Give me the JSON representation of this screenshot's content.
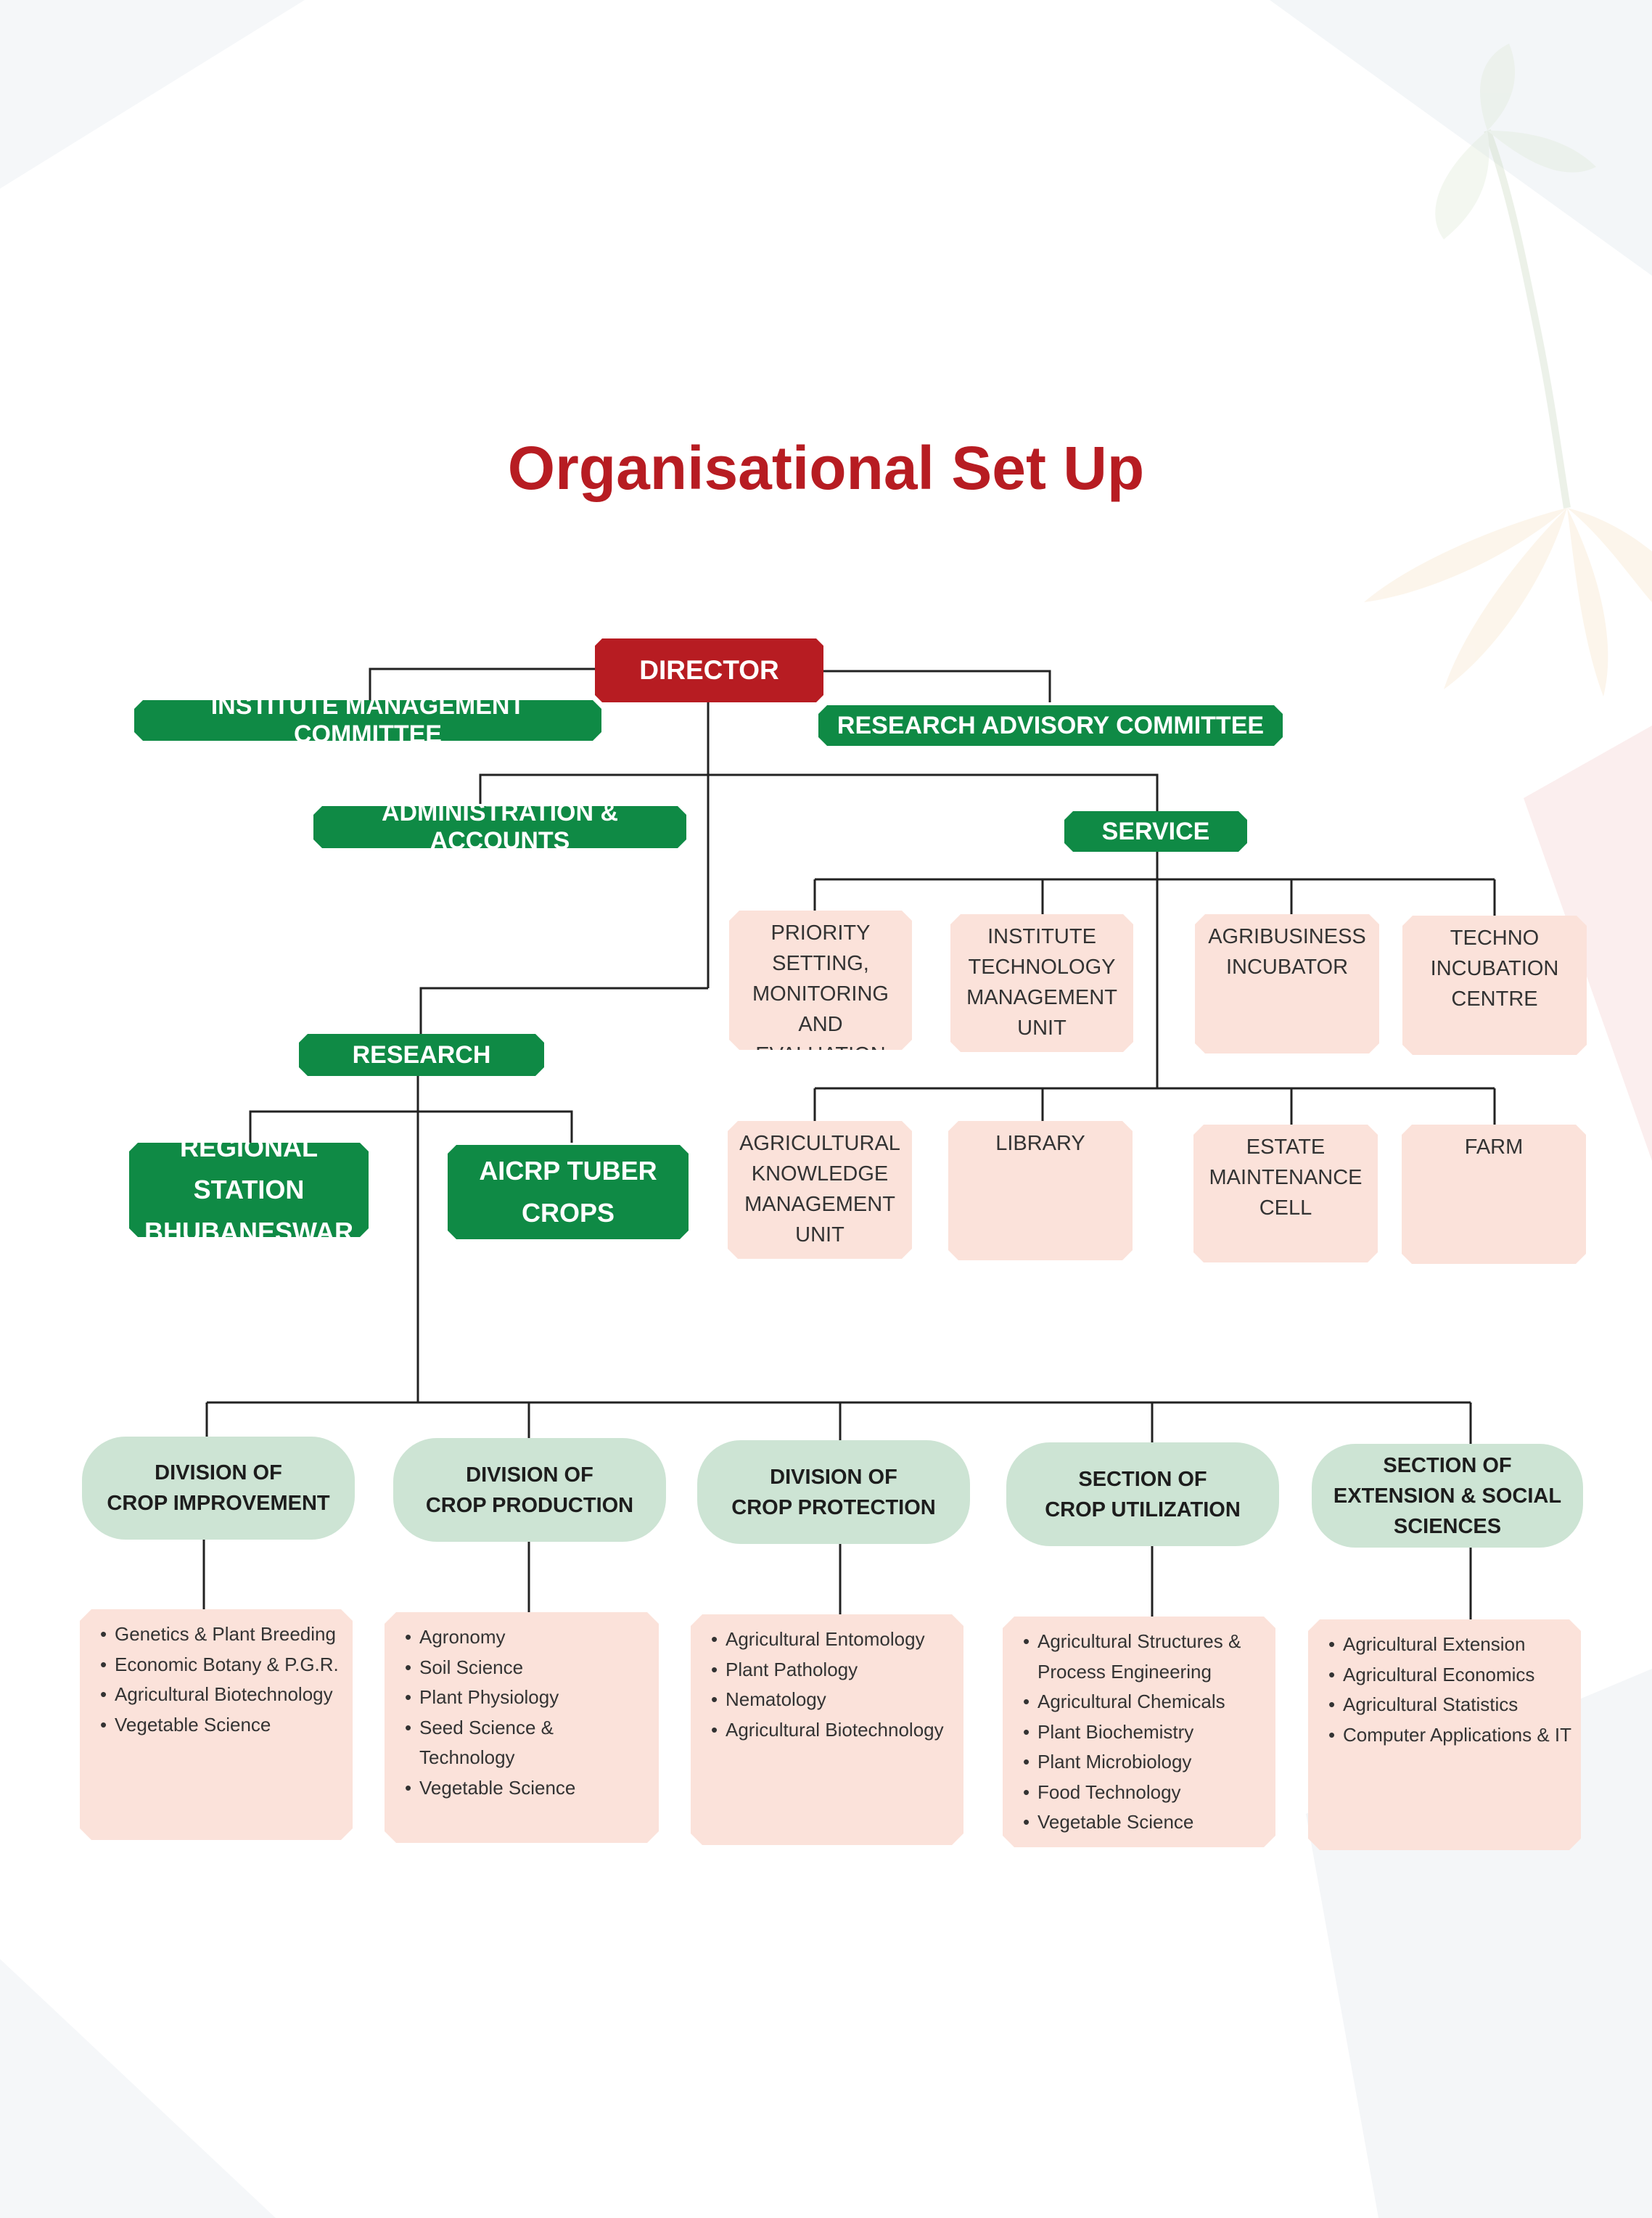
{
  "title": "Organisational Set Up",
  "colors": {
    "title": "#b71c22",
    "director": "#b71c22",
    "committee_green": "#0f8a45",
    "unit_pink": "#fbe2da",
    "division_green": "#cde4d4",
    "connector": "#222222"
  },
  "director": "DIRECTOR",
  "institute_management_committee": "INSTITUTE MANAGEMENT COMMITTEE",
  "research_advisory_committee": "RESEARCH ADVISORY COMMITTEE",
  "administration": "ADMINISTRATION & ACCOUNTS",
  "service": {
    "label": "SERVICE",
    "units": [
      {
        "lines": [
          "PRIORITY SETTING,",
          "MONITORING AND",
          "EVALUATION CELL"
        ]
      },
      {
        "lines": [
          "INSTITUTE",
          "TECHNOLOGY",
          "MANAGEMENT",
          "UNIT"
        ]
      },
      {
        "lines": [
          "AGRIBUSINESS",
          "INCUBATOR"
        ]
      },
      {
        "lines": [
          "TECHNO",
          "INCUBATION",
          "CENTRE"
        ]
      },
      {
        "lines": [
          "AGRICULTURAL",
          "KNOWLEDGE",
          "MANAGEMENT",
          "UNIT"
        ]
      },
      {
        "lines": [
          "LIBRARY"
        ]
      },
      {
        "lines": [
          "ESTATE",
          "MAINTENANCE",
          "CELL"
        ]
      },
      {
        "lines": [
          "FARM"
        ]
      }
    ]
  },
  "research": {
    "label": "RESEARCH",
    "regional_station": [
      "REGIONAL STATION",
      "BHUBANESWAR"
    ],
    "aicrp": [
      "AICRP TUBER",
      "CROPS"
    ]
  },
  "divisions": [
    {
      "title": [
        "DIVISION OF",
        "CROP IMPROVEMENT"
      ],
      "items": [
        "Genetics & Plant Breeding",
        "Economic Botany & P.G.R.",
        "Agricultural Biotechnology",
        "Vegetable Science"
      ]
    },
    {
      "title": [
        "DIVISION OF",
        "CROP PRODUCTION"
      ],
      "items": [
        "Agronomy",
        "Soil Science",
        "Plant Physiology",
        "Seed Science & Technology",
        "Vegetable Science"
      ]
    },
    {
      "title": [
        "DIVISION OF",
        "CROP PROTECTION"
      ],
      "items": [
        "Agricultural Entomology",
        "Plant Pathology",
        "Nematology",
        "Agricultural Biotechnology"
      ]
    },
    {
      "title": [
        "SECTION OF",
        "CROP UTILIZATION"
      ],
      "items": [
        "Agricultural Structures &",
        "Process Engineering",
        "Agricultural Chemicals",
        "Plant Biochemistry",
        "Plant Microbiology",
        "Food Technology",
        "Vegetable Science"
      ]
    },
    {
      "title": [
        "SECTION OF",
        "EXTENSION & SOCIAL",
        "SCIENCES"
      ],
      "items": [
        "Agricultural Extension",
        "Agricultural Economics",
        "Agricultural Statistics",
        "Computer Applications & IT"
      ]
    }
  ]
}
